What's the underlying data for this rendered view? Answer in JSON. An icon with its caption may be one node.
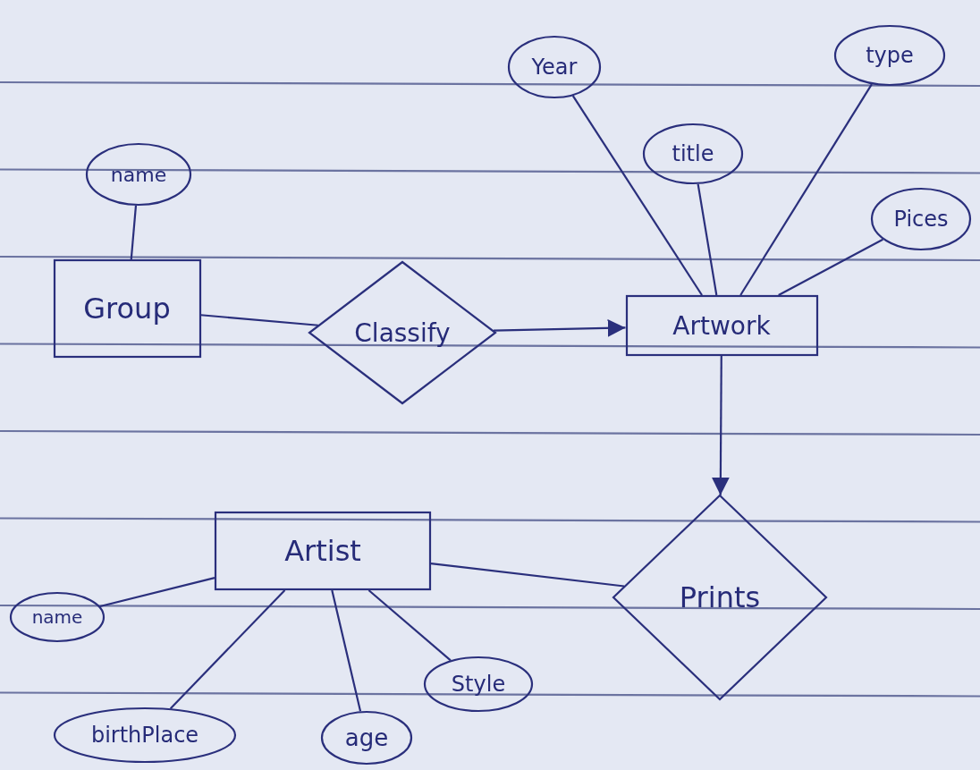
{
  "diagram": {
    "nodes": [
      {
        "text": [
          "Year"
        ]
      },
      {
        "text": [
          "type"
        ]
      },
      {
        "text": [
          "title"
        ]
      },
      {
        "text": [
          "name"
        ]
      },
      {
        "text": [
          "Pices"
        ]
      },
      {
        "text": [
          "Group"
        ]
      },
      {
        "text": [
          "Classify"
        ]
      },
      {
        "text": [
          "Artwork"
        ]
      },
      {
        "text": [
          "Artist"
        ]
      },
      {
        "text": [
          "Prints"
        ]
      },
      {
        "text": [
          "name"
        ]
      },
      {
        "text": [
          "Style"
        ]
      },
      {
        "text": [
          "birthPlace"
        ]
      },
      {
        "text": [
          "age"
        ]
      }
    ],
    "edges": [
      {
        "from": 3,
        "to": 5,
        "arrow": "none"
      },
      {
        "from": 5,
        "to": 6,
        "arrow": "none"
      },
      {
        "from": 6,
        "to": 7,
        "arrow": "to"
      },
      {
        "from": 0,
        "to": 7,
        "arrow": "none"
      },
      {
        "from": 2,
        "to": 7,
        "arrow": "none"
      },
      {
        "from": 1,
        "to": 7,
        "arrow": "none"
      },
      {
        "from": 4,
        "to": 7,
        "arrow": "none"
      },
      {
        "from": 7,
        "to": 9,
        "arrow": "to"
      },
      {
        "from": 8,
        "to": 9,
        "arrow": "none"
      },
      {
        "from": 10,
        "to": 8,
        "arrow": "none"
      },
      {
        "from": 12,
        "to": 8,
        "arrow": "none"
      },
      {
        "from": 13,
        "to": 8,
        "arrow": "none"
      },
      {
        "from": 11,
        "to": 8,
        "arrow": "none"
      }
    ]
  }
}
